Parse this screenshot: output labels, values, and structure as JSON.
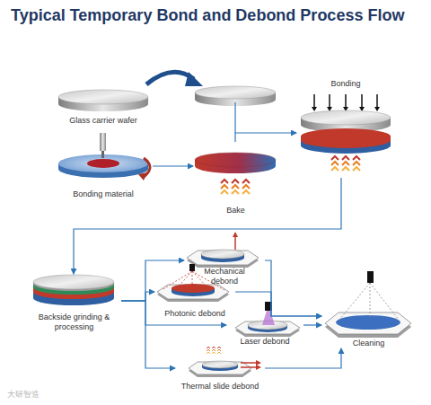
{
  "diagram": {
    "title": "Typical Temporary Bond and Debond Process Flow",
    "nodes": [
      {
        "text": [
          "Glass carrier wafer"
        ]
      },
      {
        "text": [
          "Bonding material"
        ]
      },
      {
        "text": [
          "Bake"
        ]
      },
      {
        "text": [
          "Bonding"
        ]
      },
      {
        "text": [
          "Backside grinding & processing"
        ]
      },
      {
        "text": [
          "Mechanical debond"
        ]
      },
      {
        "text": [
          "Photonic debond"
        ]
      },
      {
        "text": [
          "Laser debond"
        ]
      },
      {
        "text": [
          "Thermal slide debond"
        ]
      },
      {
        "text": [
          "Cleaning"
        ]
      }
    ],
    "edges": [
      {
        "from": 1,
        "to": 2,
        "arrow": "to"
      },
      {
        "from": 2,
        "to": 3,
        "arrow": "to"
      },
      {
        "from": 3,
        "to": 4,
        "arrow": "to"
      },
      {
        "from": 4,
        "to": 5,
        "arrow": "to"
      },
      {
        "from": 4,
        "to": 6,
        "arrow": "to"
      },
      {
        "from": 4,
        "to": 7,
        "arrow": "to"
      },
      {
        "from": 4,
        "to": 8,
        "arrow": "to"
      },
      {
        "from": 5,
        "to": 9,
        "arrow": "to"
      },
      {
        "from": 6,
        "to": 9,
        "arrow": "to"
      },
      {
        "from": 7,
        "to": 9,
        "arrow": "to"
      },
      {
        "from": 8,
        "to": 9,
        "arrow": "to"
      }
    ],
    "labels": [
      "大研智造"
    ]
  }
}
